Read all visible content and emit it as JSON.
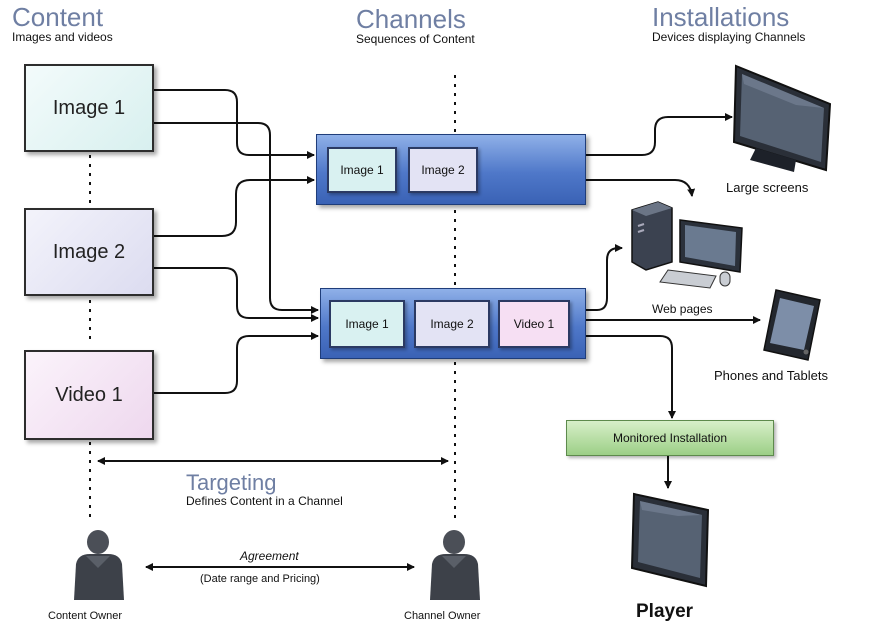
{
  "sections": {
    "content": {
      "title": "Content",
      "subtitle": "Images and videos"
    },
    "channels": {
      "title": "Channels",
      "subtitle": "Sequences of Content"
    },
    "installations": {
      "title": "Installations",
      "subtitle": "Devices displaying Channels"
    }
  },
  "content_items": {
    "image1": "Image 1",
    "image2": "Image 2",
    "video1": "Video 1"
  },
  "channel1": {
    "chips": [
      "Image 1",
      "Image 2"
    ]
  },
  "channel2": {
    "chips": [
      "Image 1",
      "Image 2",
      "Video 1"
    ]
  },
  "devices": {
    "large_screens": "Large screens",
    "web_pages": "Web pages",
    "phones_tablets": "Phones and Tablets",
    "monitored_installation": "Monitored Installation",
    "player": "Player"
  },
  "targeting": {
    "title": "Targeting",
    "subtitle": "Defines Content in a Channel"
  },
  "agreement": {
    "title": "Agreement",
    "subtitle": "(Date range and Pricing)"
  },
  "owners": {
    "content_owner": "Content Owner",
    "channel_owner": "Channel Owner"
  },
  "colors": {
    "title_blue": "#6f7fa3",
    "channel_blue": "#4f78c9",
    "monitored_green": "#9ccf86"
  }
}
